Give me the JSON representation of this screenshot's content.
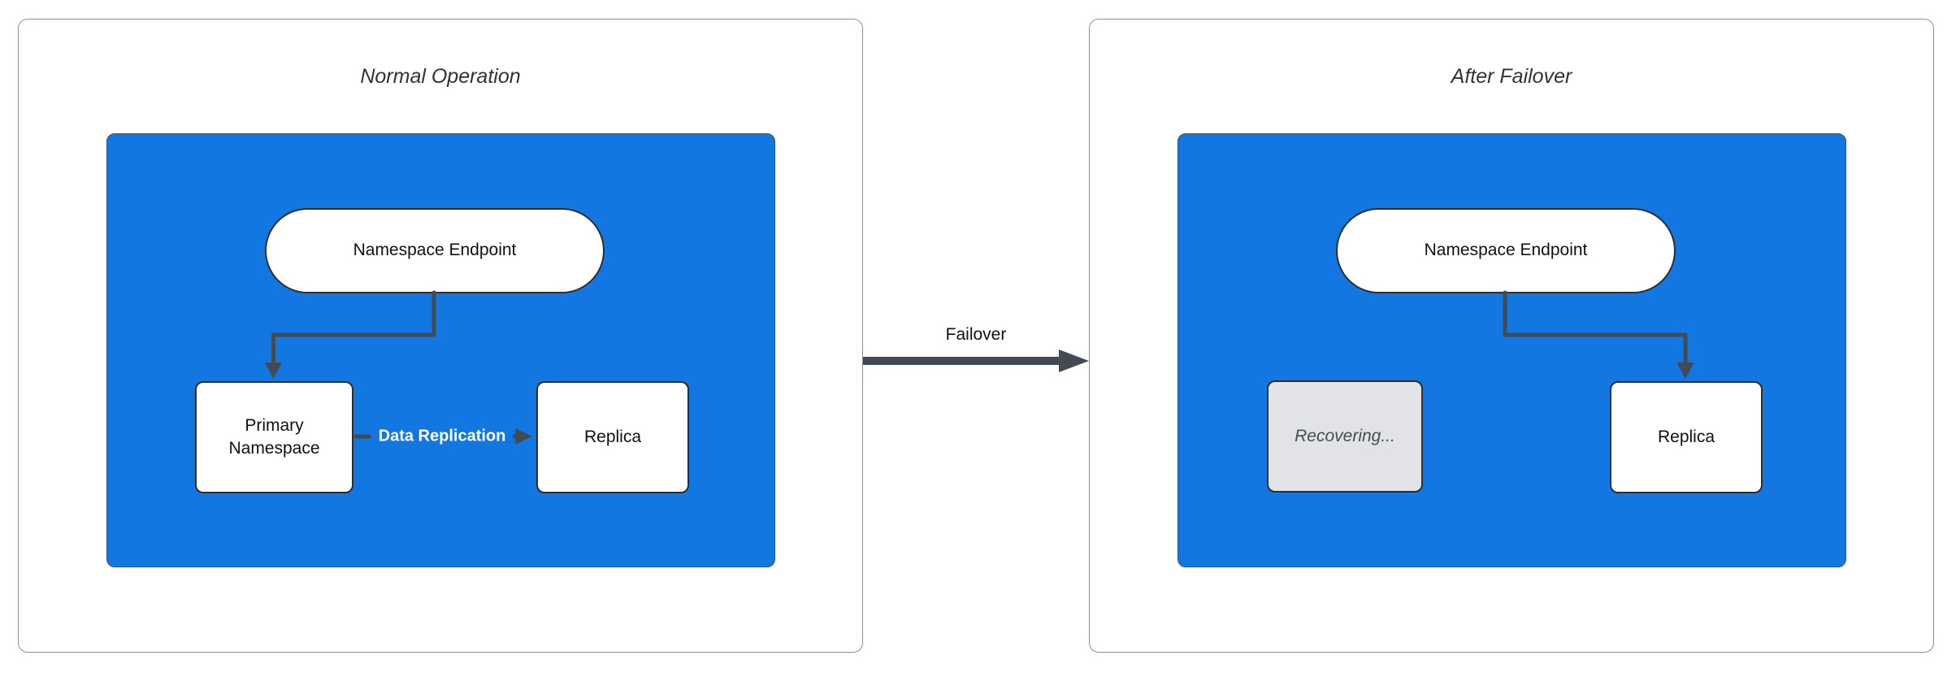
{
  "left_panel": {
    "title": "Normal Operation",
    "endpoint_label": "Namespace Endpoint",
    "primary_label": "Primary Namespace",
    "replica_label": "Replica"
  },
  "right_panel": {
    "title": "After Failover",
    "endpoint_label": "Namespace Endpoint",
    "recovering_label": "Recovering...",
    "replica_label": "Replica"
  },
  "edges": {
    "replication_label": "Data Replication",
    "failover_label": "Failover"
  },
  "colors": {
    "cluster_fill": "#1377e2",
    "node_fill": "#ffffff",
    "node_border": "#2e2e2e",
    "edge_color": "#424a54",
    "edge_label_text": "#ffffff",
    "recovering_fill": "#e1e3e7",
    "recovering_text": "#454c55",
    "panel_border": "#8f8f8f",
    "title_text": "#333333"
  }
}
